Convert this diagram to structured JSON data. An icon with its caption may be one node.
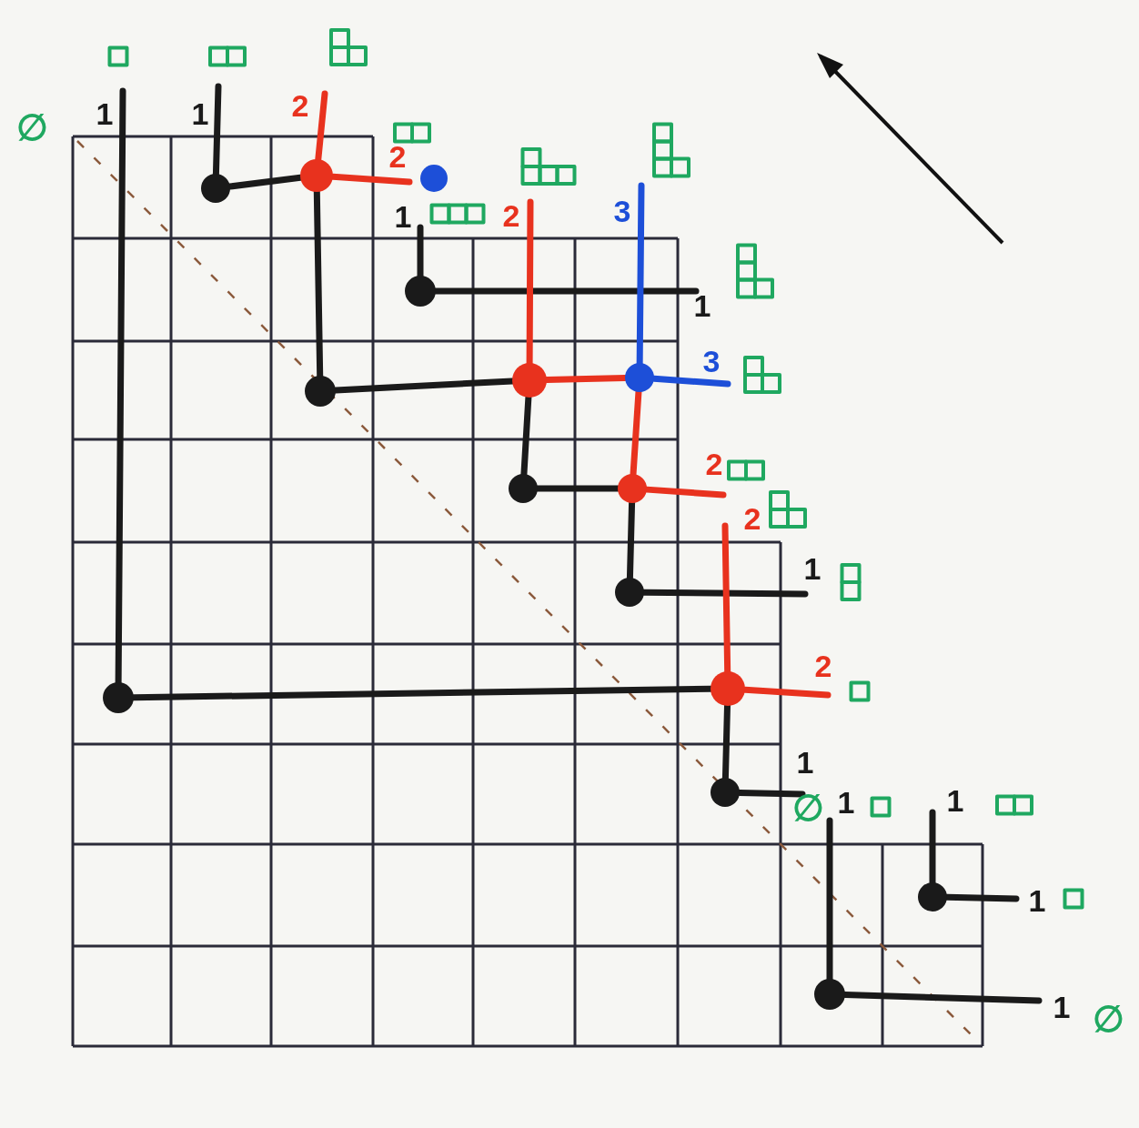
{
  "diagram": {
    "nodes": [
      {
        "text": [
          "1"
        ]
      },
      {
        "text": [
          "1"
        ]
      },
      {
        "text": [
          "2"
        ]
      },
      {
        "text": [
          "2"
        ]
      },
      {
        "text": [],
        "shape": "circle"
      },
      {
        "text": [],
        "shape": "circle"
      },
      {
        "text": [],
        "shape": "circle"
      },
      {
        "text": [
          "1"
        ]
      },
      {
        "text": [
          "2"
        ]
      },
      {
        "text": [
          "3"
        ]
      },
      {
        "text": [],
        "shape": "circle"
      },
      {
        "text": [
          "1"
        ]
      },
      {
        "text": [],
        "shape": "circle"
      },
      {
        "text": [],
        "shape": "circle"
      },
      {
        "text": [],
        "shape": "circle"
      },
      {
        "text": [
          "3"
        ]
      },
      {
        "text": [],
        "shape": "circle"
      },
      {
        "text": [],
        "shape": "circle"
      },
      {
        "text": [
          "2"
        ]
      },
      {
        "text": [
          "2"
        ]
      },
      {
        "text": [],
        "shape": "circle"
      },
      {
        "text": [
          "1"
        ]
      },
      {
        "text": [
          "2"
        ]
      },
      {
        "text": [],
        "shape": "circle"
      },
      {
        "text": [],
        "shape": "circle"
      },
      {
        "text": [
          "1"
        ]
      },
      {
        "text": [],
        "shape": "circle"
      },
      {
        "text": [
          "1"
        ]
      },
      {
        "text": [
          "1"
        ]
      },
      {
        "text": [],
        "shape": "circle"
      },
      {
        "text": [
          "1"
        ]
      },
      {
        "text": [],
        "shape": "circle"
      },
      {
        "text": [
          "1"
        ]
      }
    ],
    "edges": [
      {
        "from": 23,
        "to": 0,
        "arrow": "none"
      },
      {
        "from": 5,
        "to": 1,
        "arrow": "none"
      },
      {
        "from": 5,
        "to": 6,
        "arrow": "none"
      },
      {
        "from": 6,
        "to": 2,
        "arrow": "none",
        "color": "#e8321e"
      },
      {
        "from": 6,
        "to": 3,
        "arrow": "none",
        "color": "#e8321e"
      },
      {
        "from": 6,
        "to": 12,
        "arrow": "none"
      },
      {
        "from": 10,
        "to": 7,
        "arrow": "none"
      },
      {
        "from": 10,
        "to": 11,
        "arrow": "none"
      },
      {
        "from": 13,
        "to": 8,
        "arrow": "none",
        "color": "#e8321e"
      },
      {
        "from": 14,
        "to": 9,
        "arrow": "none",
        "color": "#1d4fd8"
      },
      {
        "from": 12,
        "to": 13,
        "arrow": "none"
      },
      {
        "from": 13,
        "to": 14,
        "arrow": "none",
        "color": "#e8321e"
      },
      {
        "from": 14,
        "to": 15,
        "arrow": "none",
        "color": "#1d4fd8"
      },
      {
        "from": 13,
        "to": 16,
        "arrow": "none"
      },
      {
        "from": 16,
        "to": 17,
        "arrow": "none"
      },
      {
        "from": 14,
        "to": 17,
        "arrow": "none",
        "color": "#e8321e"
      },
      {
        "from": 17,
        "to": 18,
        "arrow": "none",
        "color": "#e8321e"
      },
      {
        "from": 17,
        "to": 20,
        "arrow": "none"
      },
      {
        "from": 20,
        "to": 21,
        "arrow": "none"
      },
      {
        "from": 24,
        "to": 19,
        "arrow": "none",
        "color": "#e8321e"
      },
      {
        "from": 23,
        "to": 24,
        "arrow": "none"
      },
      {
        "from": 24,
        "to": 22,
        "arrow": "none",
        "color": "#e8321e"
      },
      {
        "from": 24,
        "to": 26,
        "arrow": "none"
      },
      {
        "from": 26,
        "to": 25,
        "arrow": "none"
      },
      {
        "from": 31,
        "to": 27,
        "arrow": "none"
      },
      {
        "from": 29,
        "to": 28,
        "arrow": "none"
      },
      {
        "from": 29,
        "to": 30,
        "arrow": "none"
      },
      {
        "from": 31,
        "to": 32,
        "arrow": "none"
      }
    ],
    "labels": [
      "∅",
      "∅",
      "∅"
    ]
  }
}
